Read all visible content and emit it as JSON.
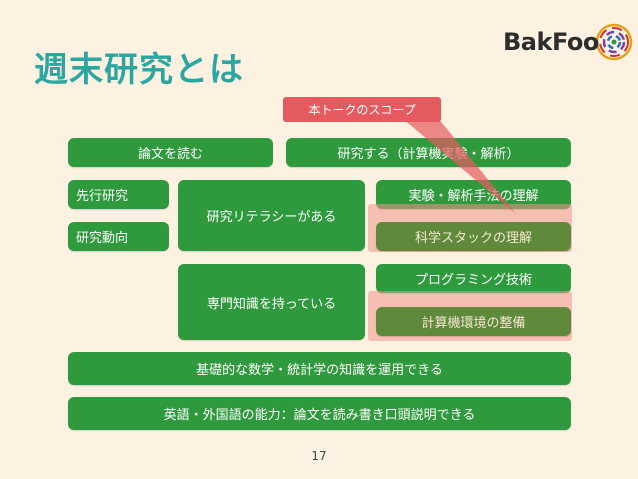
{
  "slide": {
    "title": "週末研究とは",
    "page_number": "17",
    "logo": {
      "text": "BakFoo"
    }
  },
  "callout": {
    "text": "本トークのスコープ"
  },
  "rows": {
    "read_papers": "論文を読む",
    "research": "研究する（計算機実験・解析）",
    "prior_work": "先行研究",
    "research_trends": "研究動向",
    "research_literacy": "研究リテラシーがある",
    "experiment_methods": "実験・解析手法の理解",
    "science_stack": "科学スタックの理解",
    "expertise": "専門知識を持っている",
    "programming": "プログラミング技術",
    "compute_env": "計算機環境の整備",
    "math_stats": "基礎的な数学・統計学の知識を運用できる",
    "language": "英語・外国語の能力：論文を読み書き口頭説明できる"
  },
  "colors": {
    "title": "#2aa7a0",
    "box": "#2f9a3d",
    "box_muted": "#5f8a3b",
    "callout": "#e55a5f",
    "background": "#fdf2e2"
  }
}
